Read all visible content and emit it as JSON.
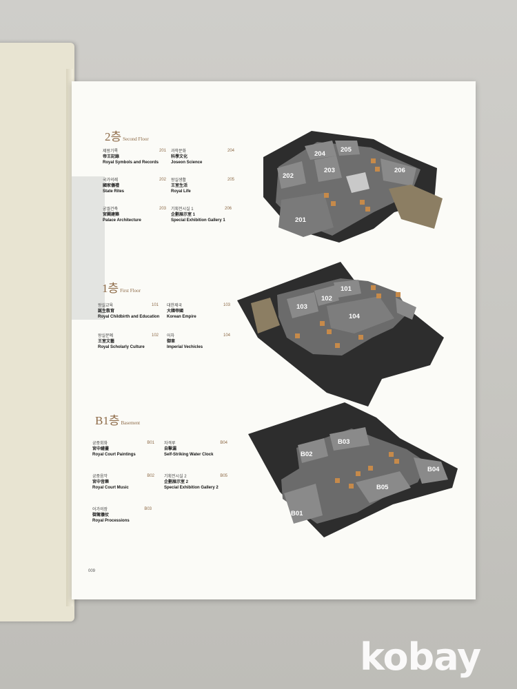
{
  "floors": [
    {
      "num": "2층",
      "en": "Second Floor",
      "entries": [
        {
          "ko": "제왕기록",
          "hj": "帝王記錄",
          "en": "Royal Symbols and Records",
          "code": "201"
        },
        {
          "ko": "과학문화",
          "hj": "科學文化",
          "en": "Joseon Science",
          "code": "204"
        },
        {
          "ko": "국가의례",
          "hj": "國家儀禮",
          "en": "State Rites",
          "code": "202"
        },
        {
          "ko": "왕실생활",
          "hj": "王室生活",
          "en": "Royal Life",
          "code": "205"
        },
        {
          "ko": "궁궐건축",
          "hj": "宮闕建築",
          "en": "Palace Architecture",
          "code": "203"
        },
        {
          "ko": "기획전시실 1",
          "hj": "企劃展示室 1",
          "en": "Special Exhibition Gallery 1",
          "code": "206"
        }
      ],
      "rooms": [
        "201",
        "202",
        "203",
        "204",
        "205",
        "206"
      ]
    },
    {
      "num": "1층",
      "en": "First Floor",
      "entries": [
        {
          "ko": "왕실교육",
          "hj": "誕生敎育",
          "en": "Royal Childbirth and Education",
          "code": "101"
        },
        {
          "ko": "대한제국",
          "hj": "大韓帝國",
          "en": "Korean Empire",
          "code": "103"
        },
        {
          "ko": "왕실문예",
          "hj": "王室文藝",
          "en": "Royal Scholarly Culture",
          "code": "102"
        },
        {
          "ko": "어차",
          "hj": "御車",
          "en": "Imperial Vechicles",
          "code": "104"
        }
      ],
      "rooms": [
        "101",
        "102",
        "103",
        "104"
      ]
    },
    {
      "num": "B1층",
      "en": "Basement",
      "entries": [
        {
          "ko": "궁중회화",
          "hj": "宮中繪畫",
          "en": "Royal Court Paintings",
          "code": "B01"
        },
        {
          "ko": "자격루",
          "hj": "自擊漏",
          "en": "Self-Striking Water Clock",
          "code": "B04"
        },
        {
          "ko": "궁중음악",
          "hj": "宮中音樂",
          "en": "Royal Court Music",
          "code": "B02"
        },
        {
          "ko": "기획전시실 2",
          "hj": "企劃展示室 2",
          "en": "Special Exhibition Gallery 2",
          "code": "B05"
        },
        {
          "ko": "어가의장",
          "hj": "御駕儀仗",
          "en": "Royal Processions",
          "code": "B03"
        }
      ],
      "rooms": [
        "B01",
        "B02",
        "B03",
        "B04",
        "B05"
      ]
    }
  ],
  "page_number": "009",
  "watermark": "kobay",
  "colors": {
    "accent": "#8d6a47",
    "wall": "#2d2d2d",
    "floor": "#6b6b6b",
    "room": "#8a8a8a",
    "page": "#fbfbf7"
  }
}
